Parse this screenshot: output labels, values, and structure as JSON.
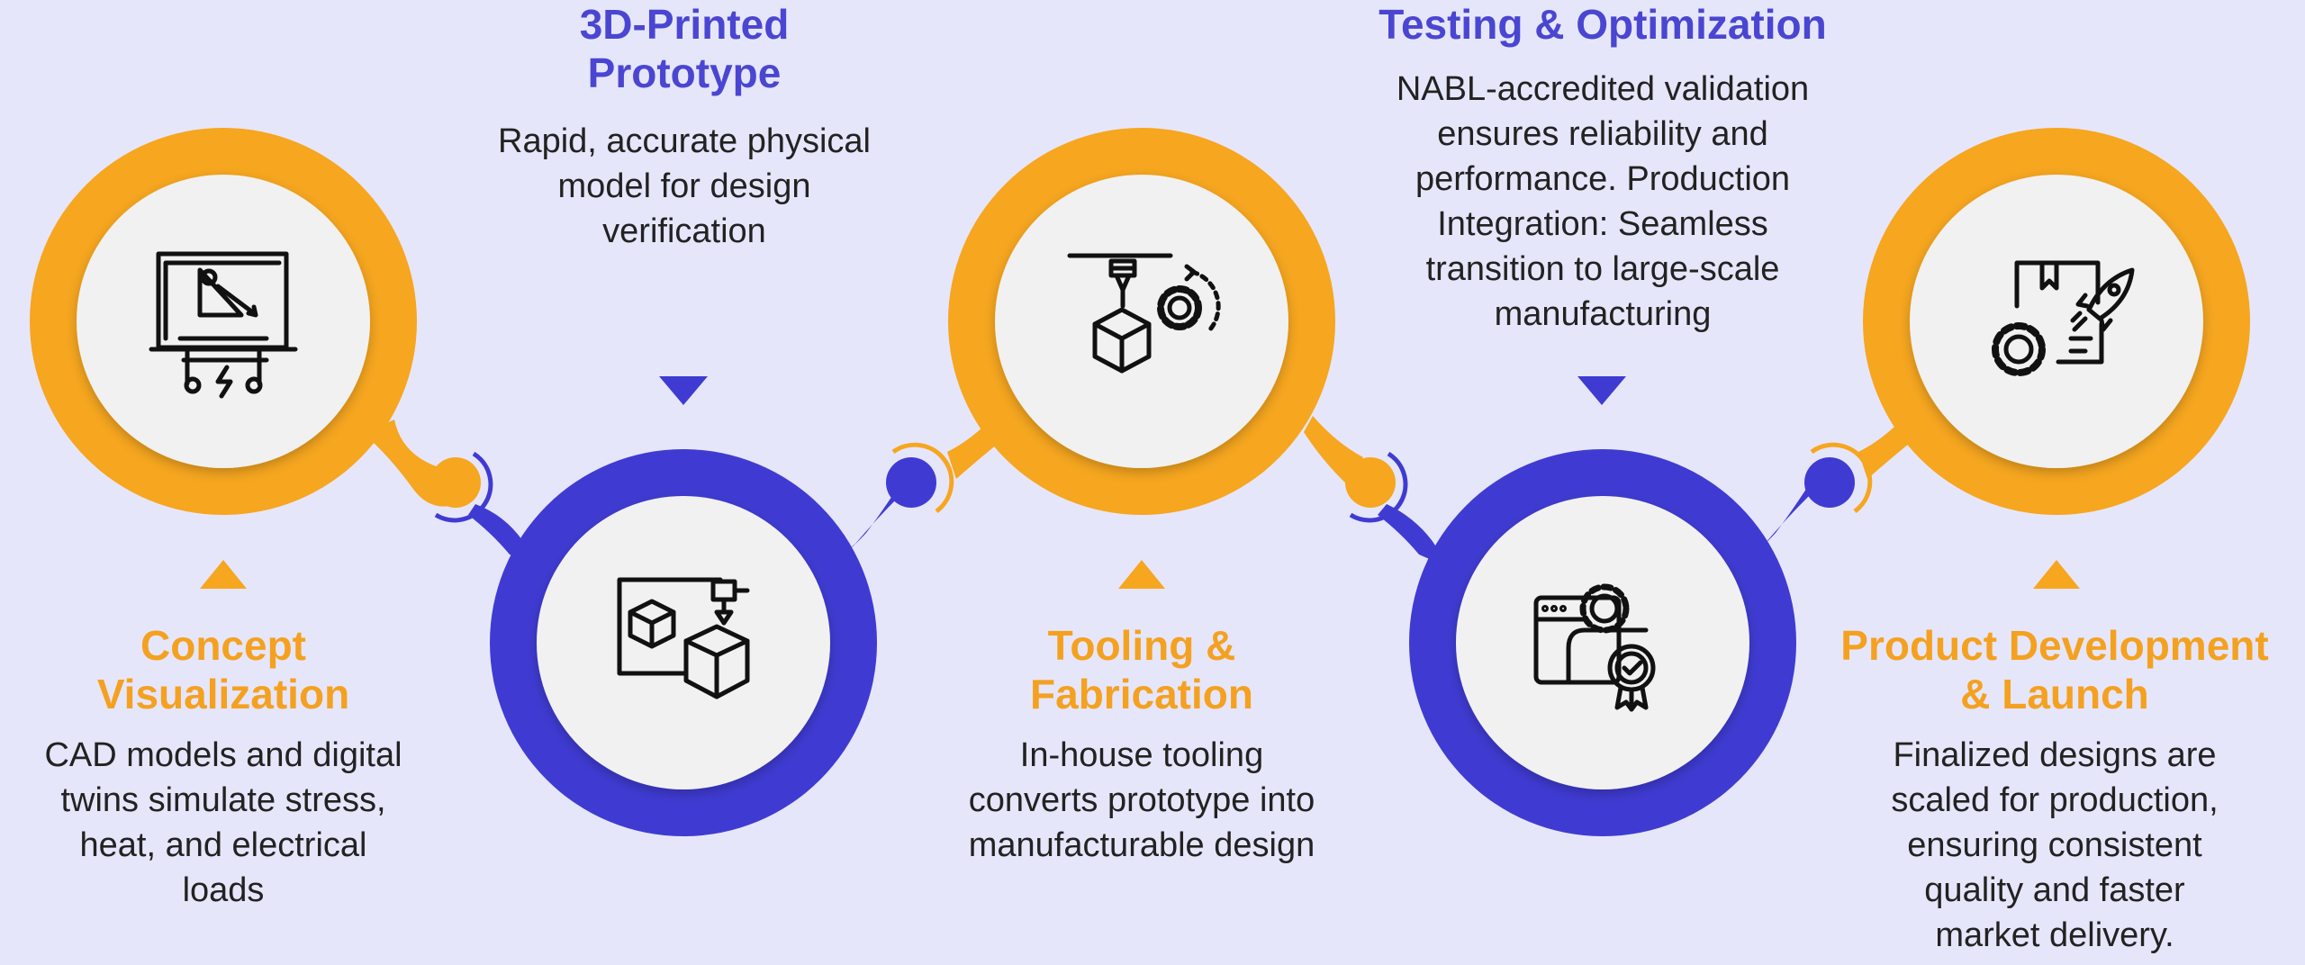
{
  "colors": {
    "background": "#e6e6fb",
    "orange": "#f6a61f",
    "blue": "#3f3bd2",
    "title_blue": "#4a46d2",
    "title_orange": "#f4a120",
    "inner_circle": "#f1f1f1",
    "text": "#222222"
  },
  "steps": [
    {
      "title": "Concept\nVisualization",
      "description": "CAD models and digital\ntwins simulate stress,\nheat, and electrical\nloads",
      "color": "orange",
      "icon": "cad-drafting-board-icon"
    },
    {
      "title": "3D-Printed\nPrototype",
      "description": "Rapid, accurate physical\nmodel for design\nverification",
      "color": "blue",
      "icon": "3d-printer-cube-icon"
    },
    {
      "title": "Tooling &\nFabrication",
      "description": "In-house tooling\nconverts prototype into\nmanufacturable design",
      "color": "orange",
      "icon": "print-nozzle-gear-icon"
    },
    {
      "title": "Testing & Optimization",
      "description": "NABL-accredited validation\nensures reliability and\nperformance. Production\nIntegration: Seamless\ntransition to large-scale\nmanufacturing",
      "color": "blue",
      "icon": "certified-settings-icon"
    },
    {
      "title": "Product Development\n& Launch",
      "description": "Finalized designs are\nscaled for production,\nensuring consistent\nquality and faster\nmarket delivery.",
      "color": "orange",
      "icon": "box-rocket-gear-icon"
    }
  ]
}
